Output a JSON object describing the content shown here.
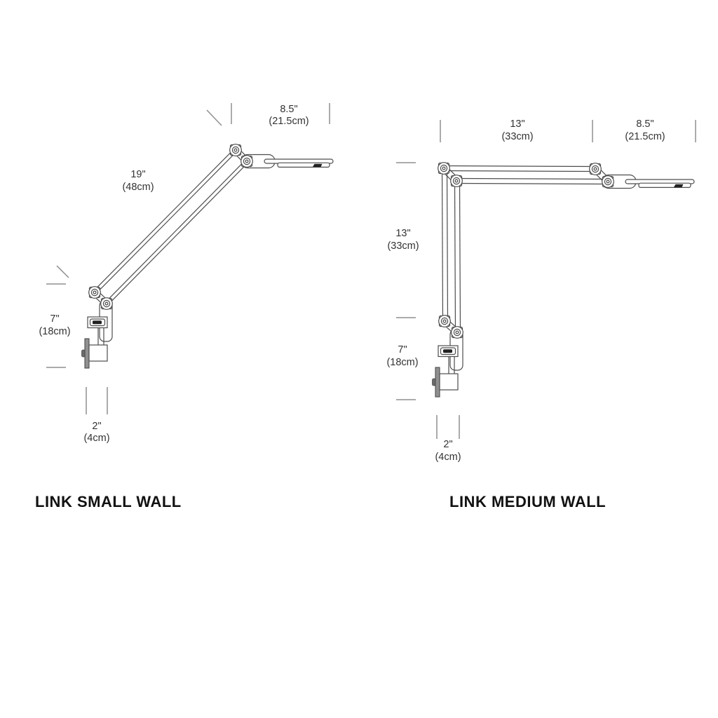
{
  "diagram": {
    "left": {
      "name": "LINK SMALL WALL",
      "dims": {
        "head": {
          "in": "8.5\"",
          "cm": "(21.5cm)"
        },
        "arm": {
          "in": "19\"",
          "cm": "(48cm)"
        },
        "mount": {
          "in": "7\"",
          "cm": "(18cm)"
        },
        "base": {
          "in": "2\"",
          "cm": "(4cm)"
        }
      }
    },
    "right": {
      "name": "LINK MEDIUM WALL",
      "dims": {
        "arm_top": {
          "in": "13\"",
          "cm": "(33cm)"
        },
        "head": {
          "in": "8.5\"",
          "cm": "(21.5cm)"
        },
        "arm_side": {
          "in": "13\"",
          "cm": "(33cm)"
        },
        "mount": {
          "in": "7\"",
          "cm": "(18cm)"
        },
        "base": {
          "in": "2\"",
          "cm": "(4cm)"
        }
      }
    }
  },
  "colors": {
    "artwork_line": "#4d4d4d",
    "dimension_tick": "#8f8f8f",
    "dimension_text": "#333333",
    "title_text": "#111111",
    "wall_plate": "#909090",
    "detail_fill": "#222222"
  }
}
